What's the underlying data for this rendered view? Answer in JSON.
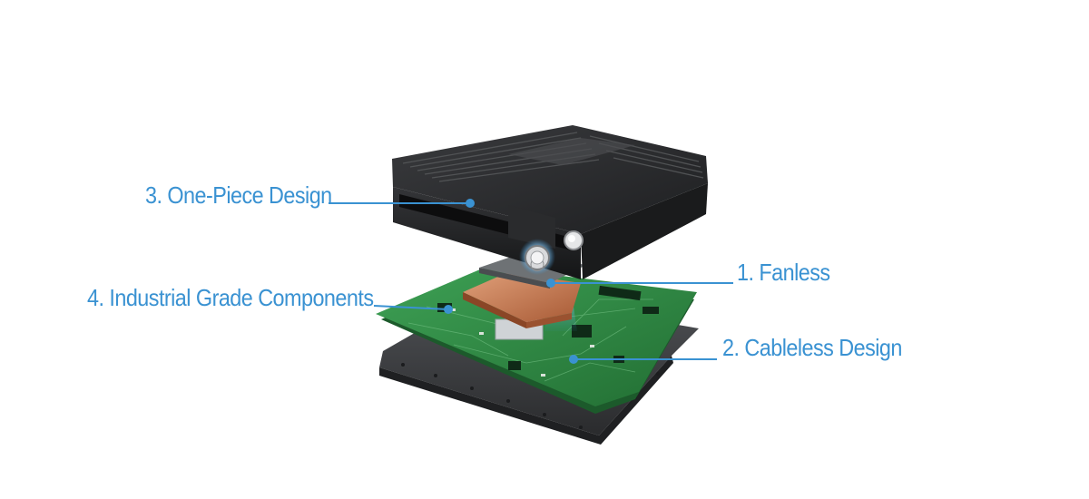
{
  "callouts": {
    "fanless": "1.  Fanless",
    "cableless": "2. Cableless Design",
    "one_piece": "3. One-Piece Design",
    "industrial": "4. Industrial Grade Components"
  },
  "colors": {
    "accent": "#3a92d2",
    "chassis": "#2b2c2e",
    "pcb": "#2f8f45",
    "copper": "#c9784e",
    "base_plate": "#3b3d40"
  },
  "icons": [
    "power-button-icon"
  ]
}
